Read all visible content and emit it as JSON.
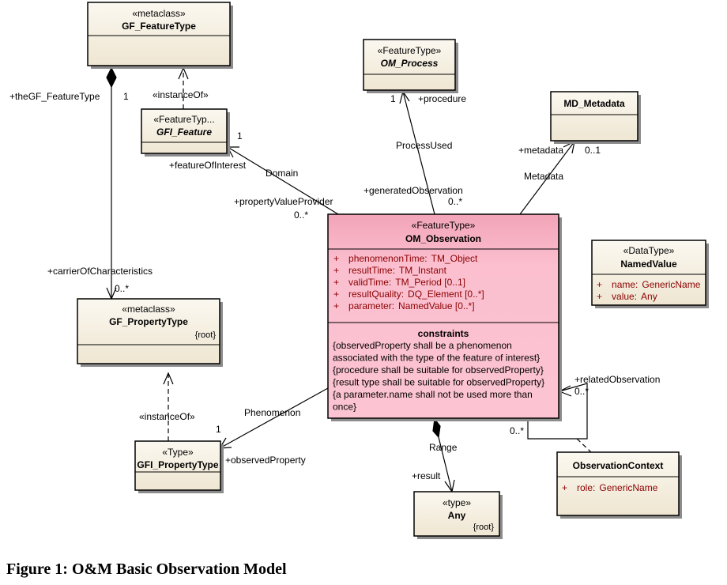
{
  "colors": {
    "class_fill": "#f3eddd",
    "class_fill_top": "#fbf8f0",
    "main_fill": "#fbbfcf",
    "main_fill_top": "#f2a4b7",
    "border": "#000000",
    "shadow": "#8c8c8c",
    "attribute_text": "#8b0000",
    "line": "#000000"
  },
  "caption": "Figure 1: O&M Basic Observation Model",
  "classes": {
    "gf_featuretype": {
      "stereotype": "«metaclass»",
      "name": "GF_FeatureType"
    },
    "gfi_feature": {
      "stereotype": "«FeatureTyp...",
      "name": "GFI_Feature"
    },
    "om_process": {
      "stereotype": "«FeatureType»",
      "name": "OM_Process"
    },
    "md_metadata": {
      "name": "MD_Metadata"
    },
    "om_observation": {
      "stereotype": "«FeatureType»",
      "name": "OM_Observation",
      "attributes": [
        {
          "vis": "+",
          "name": "phenomenonTime:",
          "type": "TM_Object"
        },
        {
          "vis": "+",
          "name": "resultTime:",
          "type": "TM_Instant"
        },
        {
          "vis": "+",
          "name": "validTime:",
          "type": "TM_Period [0..1]"
        },
        {
          "vis": "+",
          "name": "resultQuality:",
          "type": "DQ_Element [0..*]"
        },
        {
          "vis": "+",
          "name": "parameter:",
          "type": "NamedValue [0..*]"
        }
      ],
      "constraints_title": "constraints",
      "constraints": [
        "{observedProperty shall be a phenomenon",
        "associated with the type of the feature of interest}",
        "{procedure shall be suitable for observedProperty}",
        "{result type shall be suitable for observedProperty}",
        "{a parameter.name shall not be used more than",
        "once}"
      ]
    },
    "namedvalue": {
      "stereotype": "«DataType»",
      "name": "NamedValue",
      "attributes": [
        {
          "vis": "+",
          "name": "name:",
          "type": "GenericName"
        },
        {
          "vis": "+",
          "name": "value:",
          "type": "Any"
        }
      ]
    },
    "gf_propertytype": {
      "stereotype": "«metaclass»",
      "name": "GF_PropertyType",
      "tag": "{root}"
    },
    "gfi_propertytype": {
      "stereotype": "«Type»",
      "name": "GFI_PropertyType"
    },
    "any": {
      "stereotype": "«type»",
      "name": "Any",
      "tag": "{root}"
    },
    "observationcontext": {
      "name": "ObservationContext",
      "attributes": [
        {
          "vis": "+",
          "name": "role:",
          "type": "GenericName"
        }
      ]
    }
  },
  "labels": {
    "the_gf_featuretype": "+theGF_FeatureType",
    "one_featuretype": "1",
    "instance_of_1": "«instanceOf»",
    "one_feature": "1",
    "feature_of_interest": "+featureOfInterest",
    "domain": "Domain",
    "property_value_provider": "+propertyValueProvider",
    "zero_many_domain": "0..*",
    "one_process": "1",
    "procedure": "+procedure",
    "process_used": "ProcessUsed",
    "generated_observation": "+generatedObservation",
    "zero_many_process": "0..*",
    "metadata_role": "+metadata",
    "zero_one_metadata": "0..1",
    "metadata_assoc": "Metadata",
    "carrier_of_characteristics": "+carrierOfCharacteristics",
    "zero_many_carrier": "0..*",
    "instance_of_2": "«instanceOf»",
    "phenomenon": "Phenomenon",
    "one_phenomenon": "1",
    "observed_property": "+observedProperty",
    "related_observation": "+relatedObservation",
    "zero_many_related": "0..*",
    "zero_many_context": "0..*",
    "range": "Range",
    "result": "+result"
  }
}
